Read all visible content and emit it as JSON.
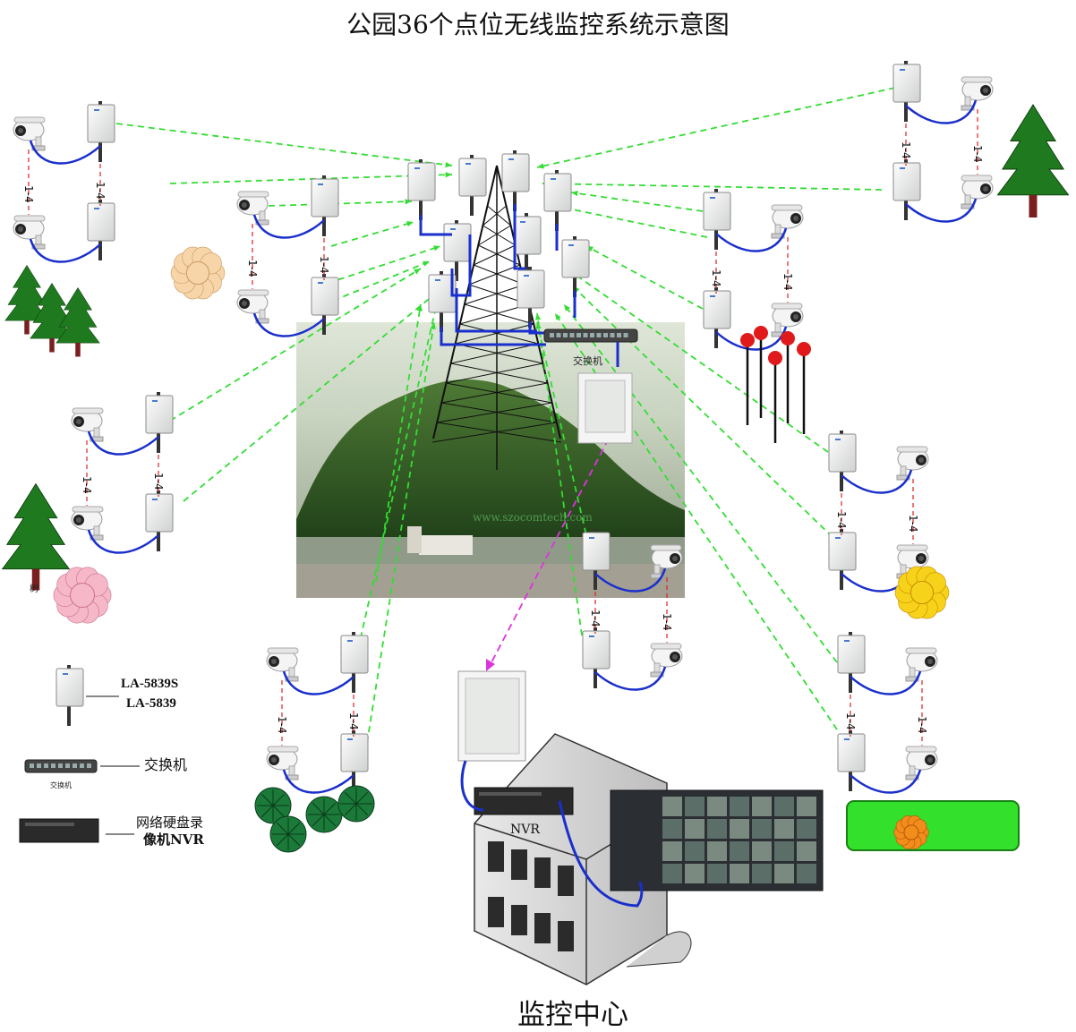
{
  "title": "公园36个点位无线监控系统示意图",
  "center_label": "监控中心",
  "switch_caption": "交换机",
  "nvr_caption": "NVR",
  "watermark": "www.szocomtech.com",
  "tree_caption": "树",
  "link_label": "1-4",
  "legend": {
    "device_model_1": "LA-5839S",
    "device_model_2": "LA-5839",
    "switch_label": "交换机",
    "switch_small": "交换机",
    "nvr_line1": "网络硬盘录",
    "nvr_line2": "像机NVR"
  },
  "colors": {
    "wireless_link": "#33dd33",
    "backhaul_link": "#dd33dd",
    "cable": "#1a2fcc",
    "dashed_pair": "#dd2222"
  }
}
